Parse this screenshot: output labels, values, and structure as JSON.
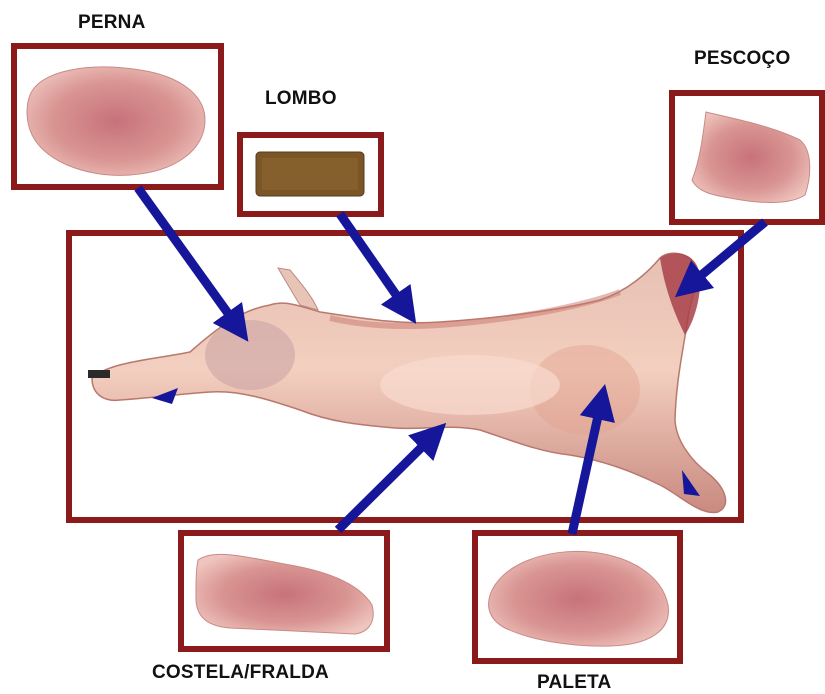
{
  "labels": {
    "perna": "PERNA",
    "lombo": "LOMBO",
    "pescoco": "PESCOÇO",
    "costela": "COSTELA/FRALDA",
    "paleta": "PALETA"
  },
  "colors": {
    "frame": "#8b1a1a",
    "arrow": "#15169a",
    "meat_light": "#e9b8a8",
    "meat_mid": "#d9887b",
    "meat_dark": "#a8414a",
    "fat": "#f1d9cf",
    "loin": "#7a5526"
  }
}
